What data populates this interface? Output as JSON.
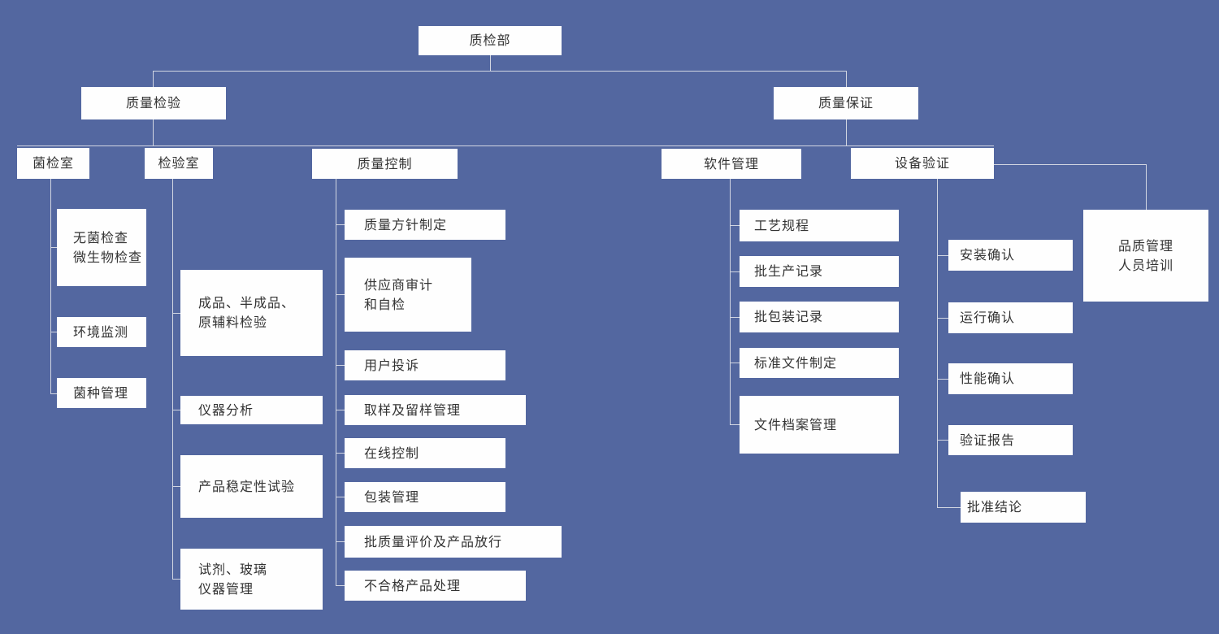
{
  "colors": {
    "background": "#5367a0",
    "box": "#fefefe",
    "line": "#d2d6e2",
    "text": "#333333"
  },
  "nodes": {
    "root": {
      "label": "质检部"
    },
    "quality_inspection": {
      "label": "质量检验"
    },
    "quality_assurance": {
      "label": "质量保证"
    },
    "bacteria_room": {
      "label": "菌检室"
    },
    "testing_room": {
      "label": "检验室"
    },
    "quality_control": {
      "label": "质量控制"
    },
    "software_mgmt": {
      "label": "软件管理"
    },
    "equipment_validation": {
      "label": "设备验证"
    },
    "sterile_check": {
      "l1": "无菌检查",
      "l2": "微生物检查"
    },
    "env_monitoring": {
      "label": "环境监测"
    },
    "strain_mgmt": {
      "label": "菌种管理"
    },
    "product_testing": {
      "l1": "成品、半成品、",
      "l2": "原辅料检验"
    },
    "instrument_analysis": {
      "label": "仪器分析"
    },
    "stability_test": {
      "label": "产品稳定性试验"
    },
    "reagent_mgmt": {
      "l1": "试剂、玻璃",
      "l2": "仪器管理"
    },
    "quality_policy": {
      "label": "质量方针制定"
    },
    "supplier_audit": {
      "l1": "供应商审计",
      "l2": "和自检"
    },
    "complaints": {
      "label": "用户投诉"
    },
    "sampling": {
      "label": "取样及留样管理"
    },
    "online_control": {
      "label": "在线控制"
    },
    "packaging_mgmt": {
      "label": "包装管理"
    },
    "batch_release": {
      "label": "批质量评价及产品放行"
    },
    "nonconforming": {
      "label": "不合格产品处理"
    },
    "process_regulation": {
      "label": "工艺规程"
    },
    "batch_production_records": {
      "label": "批生产记录"
    },
    "batch_packaging_records": {
      "label": "批包装记录"
    },
    "standard_documents": {
      "label": "标准文件制定"
    },
    "document_archives": {
      "label": "文件档案管理"
    },
    "installation_qualification": {
      "label": "安装确认"
    },
    "operation_qualification": {
      "label": "运行确认"
    },
    "performance_qualification": {
      "label": "性能确认"
    },
    "validation_report": {
      "label": "验证报告"
    },
    "approval_conclusion": {
      "label": "批准结论"
    },
    "quality_training": {
      "l1": "品质管理",
      "l2": "人员培训"
    }
  }
}
